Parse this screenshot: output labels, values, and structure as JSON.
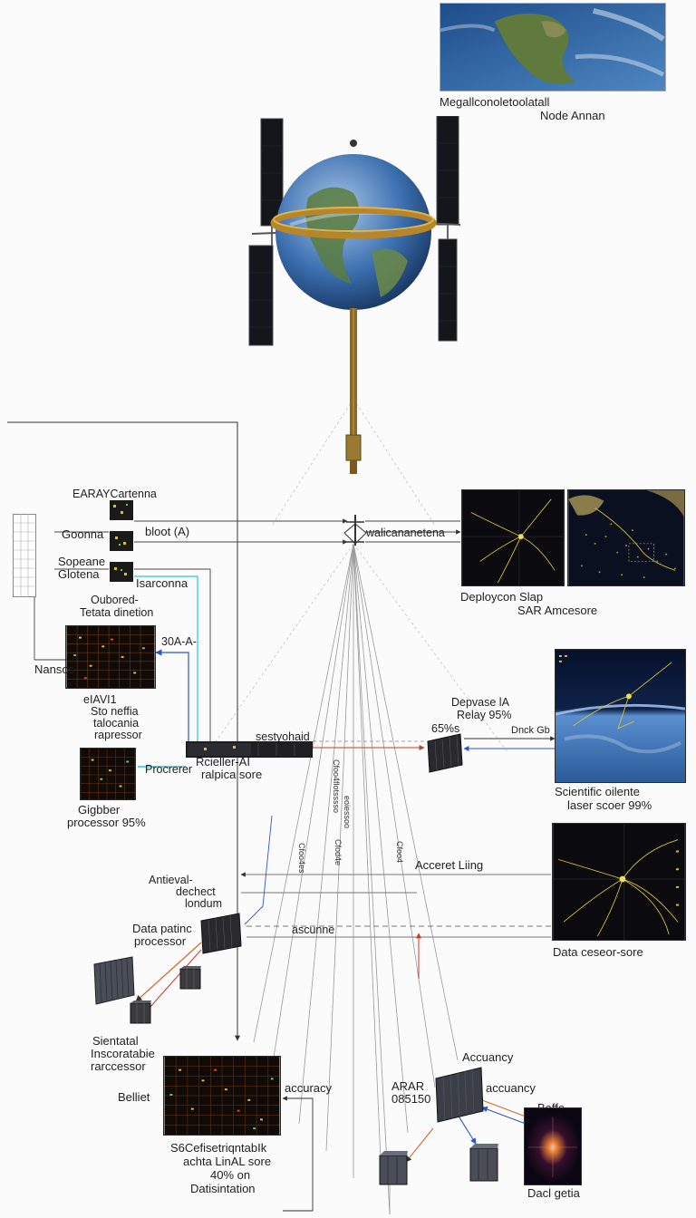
{
  "labels": {
    "top_caption_1": "Megallconoletoolatall",
    "top_caption_2": "Node Annan",
    "antenna_title": "EARAYCartenna",
    "goonna": "Goonna",
    "sopeane": "Sopeane",
    "glotena": "Glotena",
    "bloot": "bloot (A)",
    "isarconna": "Isarconna",
    "walicanane": "walicananetena",
    "onboard_1": "Oubored-",
    "onboard_2": "Tetata dinetion",
    "nansos": "Nansos",
    "label_30a": "30A-A-",
    "stoneffia_1": "eIAVI1",
    "stoneffia_2": "Sto neffia",
    "stoneffia_3": "talocania",
    "stoneffia_4": "rapressor",
    "deployed_1": "Deploycon Slap",
    "deployed_2": "SAR Amcesore",
    "depvase_1": "Depvase lA",
    "depvase_2": "Relay 95%",
    "pct_65": "65%s",
    "dnck": "Dnck Gb",
    "sestyohaid": "sestyohaid",
    "procrerer": "Procrerer",
    "rcieller_1": "Rcieller-AI",
    "rcieller_2": "ralpica sore",
    "gigbber_1": "Gigbber",
    "gigbber_2": "processor 95%",
    "scientific_1": "Scientific oilente",
    "scientific_2": "laser scoer 99%",
    "vert_1": "Cfoo4flotsssso",
    "vert_2": "eoiessoo",
    "vert_3": "Cfoo4es",
    "vert_4": "Cfod4e",
    "vert_5": "Cfoo4",
    "antieval_1": "Antieval-",
    "antieval_2": "dechect",
    "antieval_3": "londum",
    "acceret": "Acceret Liing",
    "ascunne": "ascunne",
    "data_proc_1": "Data patinc",
    "data_proc_2": "processor",
    "data_sensor": "Data ceseor-sore",
    "sientatal_1": "Sientatal",
    "sientatal_2": "Inscoratabie",
    "sientatal_3": "rarccessor",
    "belliet": "Belliet",
    "accuracy_1": "accuracy",
    "accuracy_top": "Accuancy",
    "arar_1": "ARAR",
    "arar_2": "085150",
    "accuracy_2": "accuancy",
    "baffe": "Baffe",
    "sceg_1": "S6CefisetriqntabIk",
    "sceg_2": "achta LinAL sore",
    "sceg_3": "40% on",
    "sceg_4": "Datisintation",
    "dacl": "Dacl getia"
  },
  "colors": {
    "frame_gold": "#b8862a",
    "panel_dark": "#0a0a0f",
    "trace_yellow": "#d7c23a",
    "wire": "#777777",
    "arrow_blue": "#2a56c6",
    "arrow_red": "#c83a2a",
    "arrow_cyan": "#2bc6d8",
    "arrow_orange": "#d6682a"
  },
  "icons": [
    "satellite-globe-icon",
    "solar-panel-icon",
    "antenna-mast-icon",
    "hardware-module-icon"
  ]
}
